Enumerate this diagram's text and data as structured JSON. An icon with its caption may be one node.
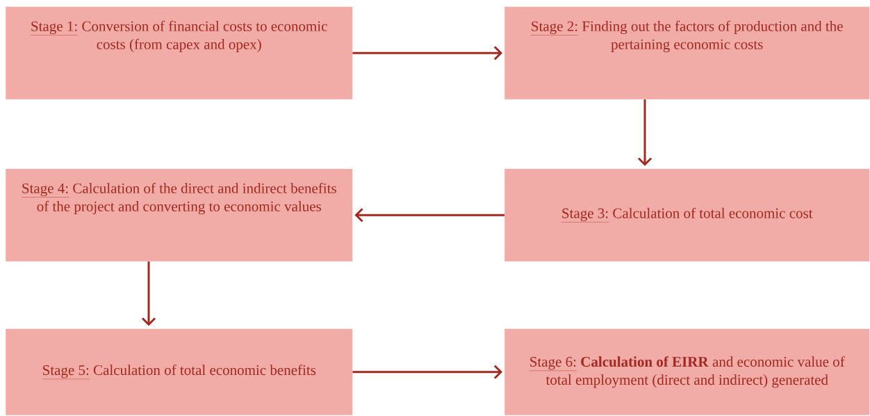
{
  "diagram": {
    "nodes": [
      {
        "text": [
          "Stage 1:",
          "Conversion of financial costs to economic costs (from capex and opex)"
        ]
      },
      {
        "text": [
          "Stage 2:",
          "Finding out the factors of production and the pertaining economic costs"
        ]
      },
      {
        "text": [
          "Stage 3:",
          "Calculation of total economic cost"
        ]
      },
      {
        "text": [
          "Stage 4:",
          "Calculation of the direct and indirect benefits of the project and converting to economic values"
        ]
      },
      {
        "text": [
          "Stage 5:",
          "Calculation of total economic benefits"
        ]
      },
      {
        "text": [
          "Stage 6:",
          "**Calculation of EIRR** and economic value of total employment (direct and indirect) generated"
        ]
      }
    ],
    "edges": [
      {
        "from": 0,
        "to": 1,
        "arrow": "to"
      },
      {
        "from": 1,
        "to": 2,
        "arrow": "to"
      },
      {
        "from": 2,
        "to": 3,
        "arrow": "to"
      },
      {
        "from": 3,
        "to": 4,
        "arrow": "to"
      },
      {
        "from": 4,
        "to": 5,
        "arrow": "to"
      }
    ]
  }
}
